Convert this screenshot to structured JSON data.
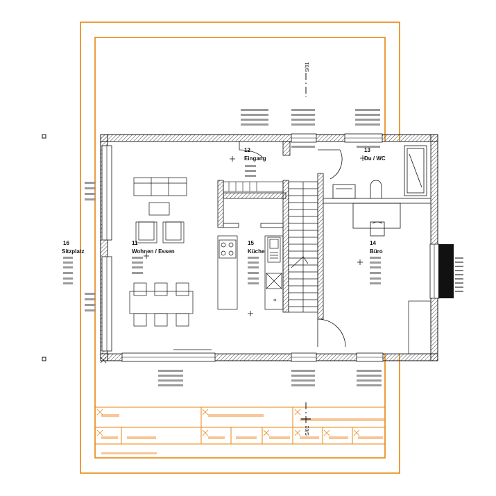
{
  "colors": {
    "frame": "#e8850e",
    "frame_light": "#f6c79a",
    "wall": "#1a1a1a",
    "hatch": "#555555",
    "placeholder": "#9a9a9a"
  },
  "rooms": [
    {
      "number": "12",
      "name": "Eingang"
    },
    {
      "number": "13",
      "name": "Du / WC"
    },
    {
      "number": "11",
      "name": "Wohnen / Essen"
    },
    {
      "number": "15",
      "name": "Küche"
    },
    {
      "number": "14",
      "name": "Büro"
    },
    {
      "number": "16",
      "name": "Sitzplatz"
    }
  ],
  "section_marks": [
    "S/01",
    "S/01"
  ],
  "icons": [
    "sofa-icon",
    "armchair-icon",
    "table-icon",
    "chair-icon",
    "stove-icon",
    "sink-icon",
    "bathtub-icon",
    "toilet-icon",
    "desk-icon",
    "stairs-icon",
    "door-swing-icon",
    "window-icon",
    "origin-cross-icon"
  ]
}
